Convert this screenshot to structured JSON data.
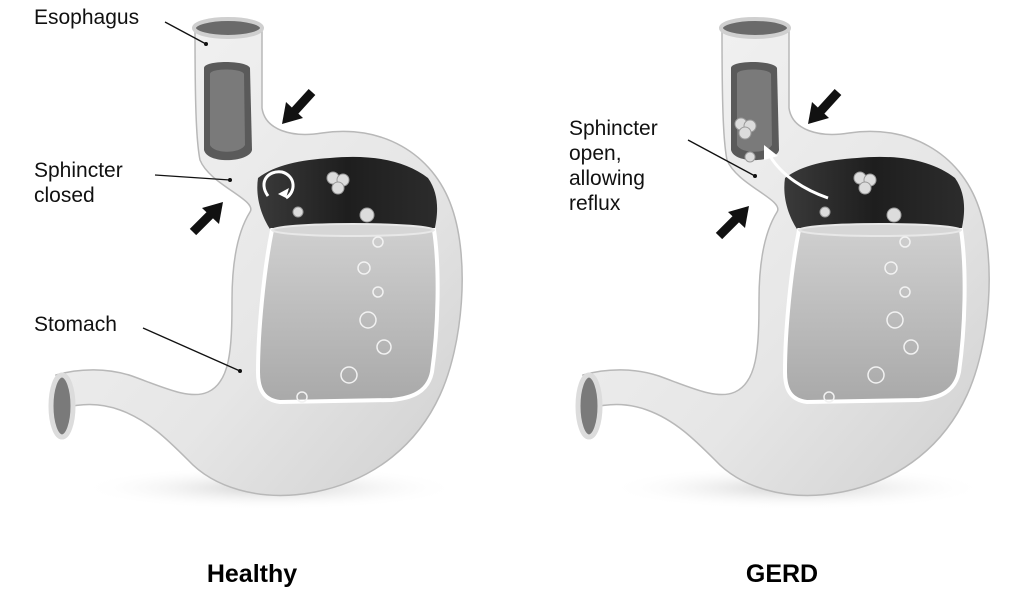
{
  "healthy": {
    "labels": {
      "esophagus": "Esophagus",
      "sphincter_line1": "Sphincter",
      "sphincter_line2": "closed",
      "stomach": "Stomach"
    },
    "caption": "Healthy"
  },
  "gerd": {
    "labels": {
      "line1": "Sphincter",
      "line2": "open,",
      "line3": "allowing",
      "line4": "reflux"
    },
    "caption": "GERD"
  },
  "icons": {
    "arrow": "bold-arrow-icon",
    "reflux": "curved-arrow-icon"
  },
  "colors": {
    "tissue": "#e9e9e9",
    "tissue_edge": "#b5b5b5",
    "lumen_dark": "#2a2a2a",
    "fluid": "#bdbdbd",
    "ink": "#111111"
  }
}
